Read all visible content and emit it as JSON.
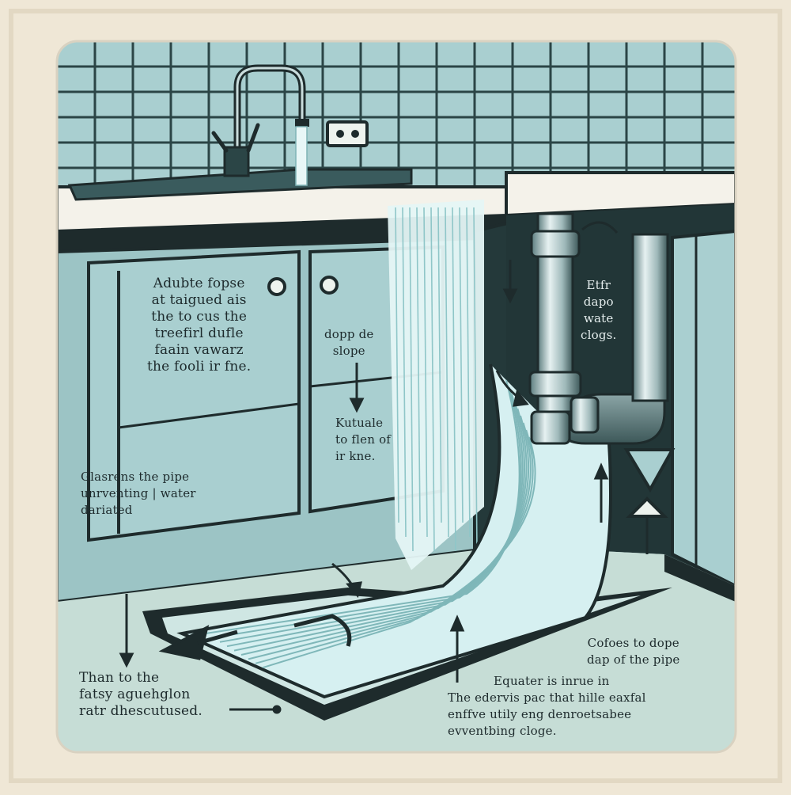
{
  "palette": {
    "background": "#efe7d6",
    "tile": "#a9cfd0",
    "grout": "#2b4546",
    "cabinet": "#9cc4c5",
    "cabinet_dark": "#6e9b9d",
    "outline": "#1e2b2c",
    "water": "#d6f0f1",
    "pipe": "#bfd2d3",
    "floor": "#c6ddd6"
  },
  "labels": {
    "cabinet_note": [
      "Adubte fopse",
      "at taigued ais",
      "the to cus the",
      "treefirl dufle",
      "faain vawarz",
      "the fooli ir fne."
    ],
    "slope_note": [
      "dopp de",
      "slope"
    ],
    "flow_note": [
      "Kutuale",
      "to flen of",
      "ir kne."
    ],
    "pipe_note": [
      "Etfr",
      "dapo",
      "wate",
      "clogs."
    ],
    "glass_note": [
      "Glasrens the pipe",
      "unrventing | water",
      "dariated"
    ],
    "floor_note": [
      "Than to the",
      "fatsy aguehglon",
      "ratr   dhescutused."
    ],
    "slope_pipe_note": [
      "Cofoes to dope",
      "dap  of the pipe"
    ],
    "bottom_note": [
      "Equater is inrue in",
      "The edervis pac that hille eaxfal",
      "enffve utily eng denroetsabee",
      "evventbing cloge."
    ]
  }
}
